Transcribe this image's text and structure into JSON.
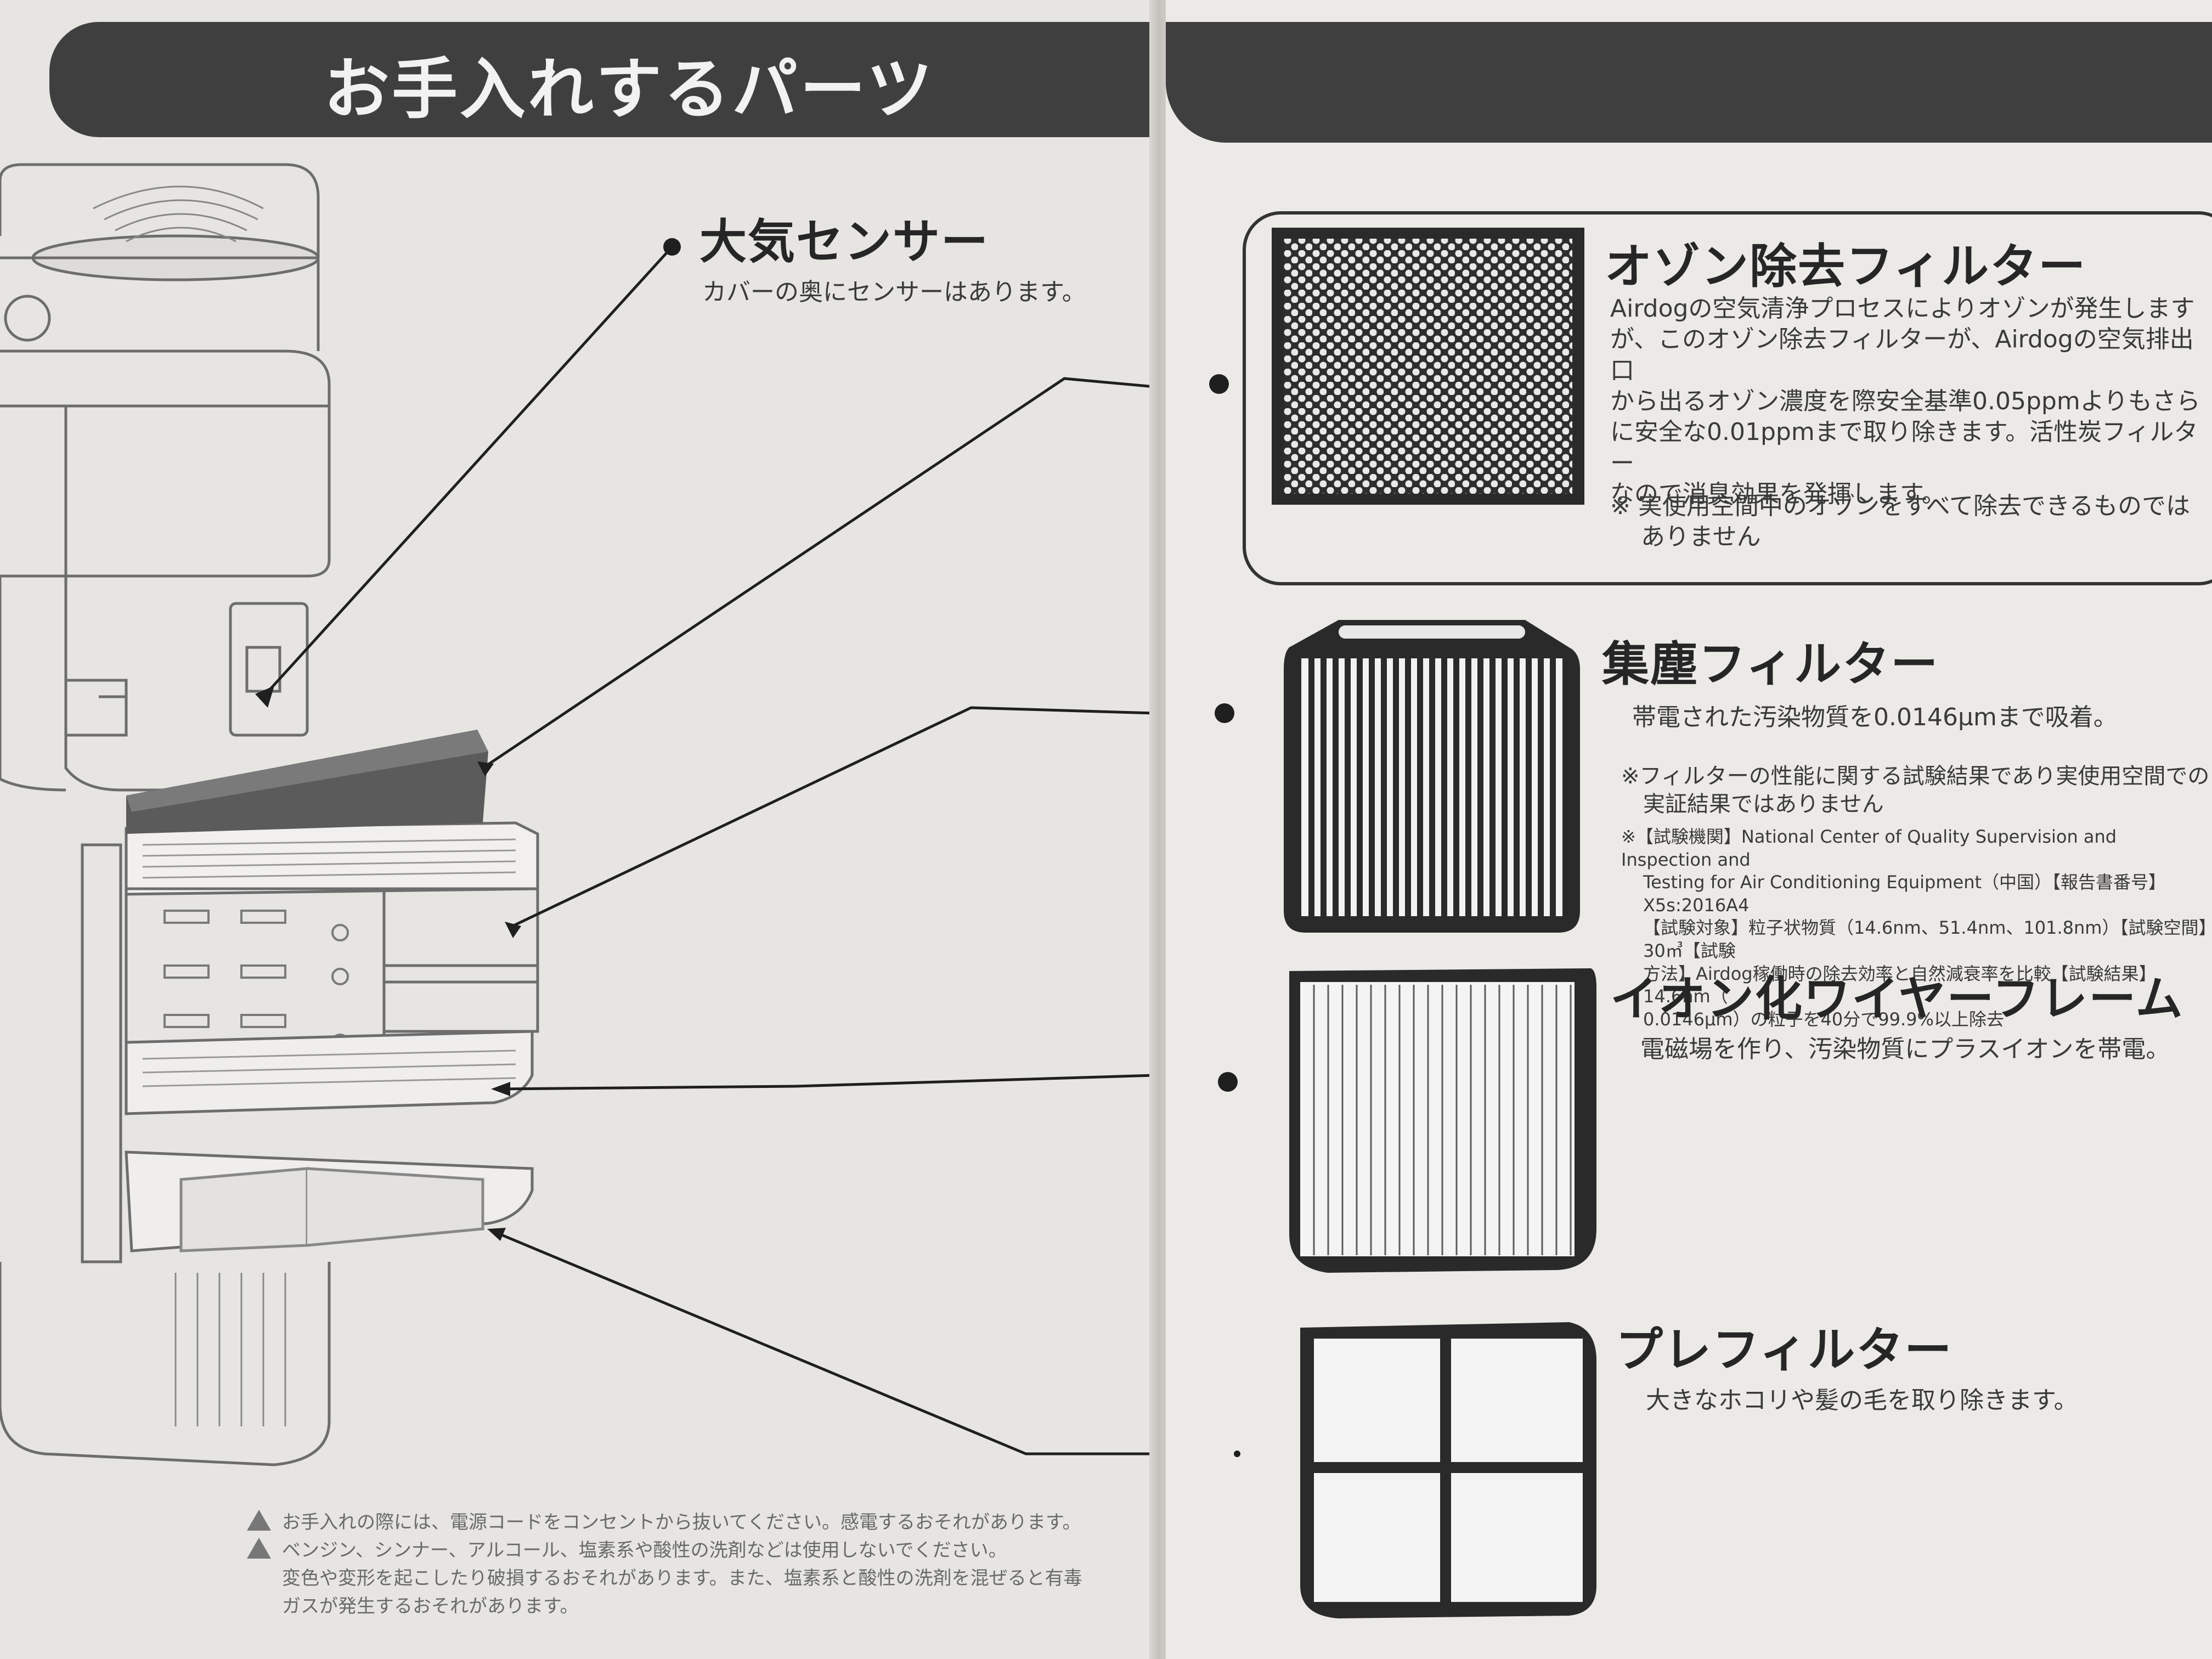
{
  "left_page": {
    "title": "お手入れするパーツ",
    "sensor": {
      "heading": "大気センサー",
      "description": "カバーの奥にセンサーはあります。"
    },
    "notes": [
      "お手入れの際には、電源コードをコンセントから抜いてください。感電するおそれがあります。",
      "ベンジン、シンナー、アルコール、塩素系や酸性の洗剤などは使用しないでください。",
      "変色や変形を起こしたり破損するおそれがあります。また、塩素系と酸性の洗剤を混ぜると有毒",
      "ガスが発生するおそれがあります。"
    ]
  },
  "right_page": {
    "ozone_filter": {
      "heading": "オゾン除去フィルター",
      "body": [
        "Airdogの空気清浄プロセスによりオゾンが発生します",
        "が、このオゾン除去フィルターが、Airdogの空気排出口",
        "から出るオゾン濃度を際安全基準0.05ppmよりもさら",
        "に安全な0.01ppmまで取り除きます。活性炭フィルター",
        "なので消臭効果を発揮します。"
      ],
      "note_mark": "※",
      "note": [
        "実使用空間中のオゾンをすべて除去できるものでは",
        "ありません"
      ]
    },
    "dust_filter": {
      "heading": "集塵フィルター",
      "description": "帯電された汚染物質を0.0146μmまで吸着。",
      "note": [
        "※フィルターの性能に関する試験結果であり実使用空間での",
        "実証結果ではありません"
      ],
      "test_info": [
        "※【試験機関】National Center of Quality Supervision and Inspection and",
        "Testing for Air Conditioning Equipment（中国）【報告書番号】X5s:2016A4",
        "【試験対象】粒子状物質（14.6nm、51.4nm、101.8nm）【試験空間】30㎥【試験",
        "方法】Airdog稼働時の除去効率と自然減衰率を比較【試験結果】14.6nm（",
        "0.0146μm）の粒子を40分で99.9%以上除去"
      ]
    },
    "ion_frame": {
      "heading": "イオン化ワイヤーフレーム",
      "description": "電磁場を作り、汚染物質にプラスイオンを帯電。"
    },
    "pre_filter": {
      "heading": "プレフィルター",
      "description": "大きなホコリや髪の毛を取り除きます。"
    }
  },
  "colors": {
    "banner": "#3f3f3f",
    "paper": "#e9e8e5",
    "ink": "#262626"
  }
}
